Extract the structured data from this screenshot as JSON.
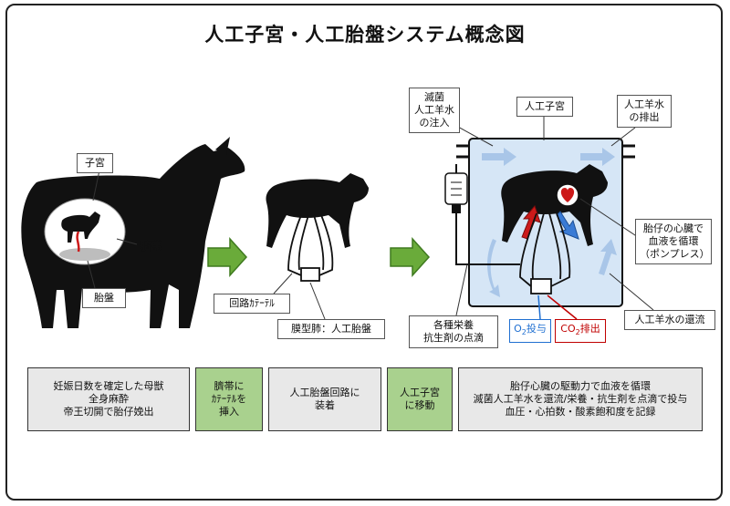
{
  "title": "人工子宮・人工胎盤システム概念図",
  "labels": {
    "uterus": "子宮",
    "umbilical_cord": "臍帯",
    "placenta": "胎盤",
    "circuit_catheter": "回路ｶﾃｰﾃﾙ",
    "membrane_lung": "膜型肺：人工胎盤",
    "sterile_fluid": "滅菌\n人工羊水\nの注入",
    "artificial_womb": "人工子宮",
    "fluid_drain": "人工羊水\nの排出",
    "fetal_heart": "胎仔の心臓で\n血液を循環\n（ポンプレス）",
    "nutrition_drip": "各種栄養\n抗生剤の点滴",
    "fluid_return": "人工羊水の還流",
    "o2_prefix": "O",
    "o2_sub": "2",
    "o2_suffix": "投与",
    "co2_prefix": "CO",
    "co2_sub": "2",
    "co2_suffix": "排出"
  },
  "steps": [
    {
      "text": "妊娠日数を確定した母獣\n全身麻酔\n帝王切開で胎仔娩出",
      "style": "gray"
    },
    {
      "text": "臍帯に\nｶﾃｰﾃﾙを\n挿入",
      "style": "green"
    },
    {
      "text": "人工胎盤回路に\n装着",
      "style": "gray"
    },
    {
      "text": "人工子宮\nに移動",
      "style": "green"
    },
    {
      "text": "胎仔心臓の駆動力で血液を循環\n滅菌人工羊水を還流/栄養・抗生剤を点滴で投与\n血圧・心拍数・酸素飽和度を記録",
      "style": "gray"
    }
  ],
  "colors": {
    "arrow_green": "#6aab3a",
    "arrow_green_dark": "#3f7a1f",
    "step_green": "#a9d18e",
    "step_gray": "#e8e8e8",
    "womb_blue": "#d6e6f6",
    "cord_red": "#cc1a1a",
    "o2_blue": "#1f6fd1",
    "co2_red": "#c00000",
    "silhouette": "#111111"
  }
}
